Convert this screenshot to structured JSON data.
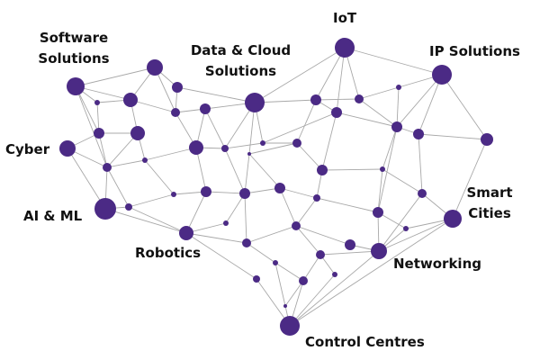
{
  "diagram": {
    "node_color": "#4b2a85",
    "edge_color": "#a8a8a8",
    "labels": {
      "software_l1": "Software",
      "software_l2": "Solutions",
      "data_l1": "Data & Cloud",
      "data_l2": "Solutions",
      "iot": "IoT",
      "ip": "IP Solutions",
      "cyber": "Cyber",
      "ai": "AI & ML",
      "robotics": "Robotics",
      "smart_l1": "Smart",
      "smart_l2": "Cities",
      "networking": "Networking",
      "control": "Control Centres"
    }
  }
}
